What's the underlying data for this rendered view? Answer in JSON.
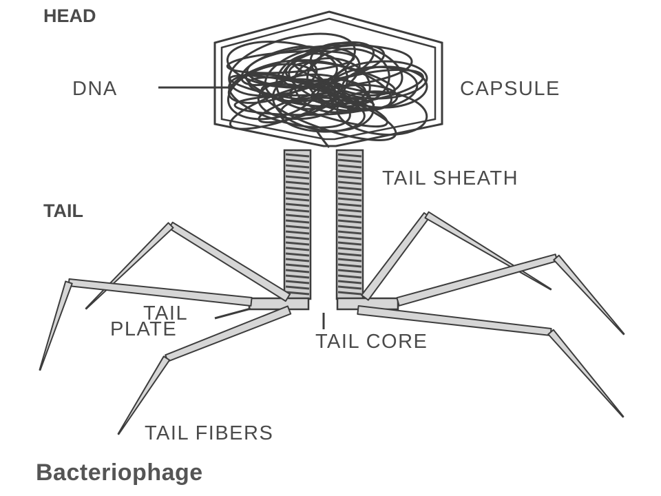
{
  "section_labels": {
    "head": "HEAD",
    "tail": "TAIL"
  },
  "part_labels": {
    "dna": "DNA",
    "capsule": "CAPSULE",
    "tail_sheath": "TAIL SHEATH",
    "tail_plate_line1": "TAIL",
    "tail_plate_line2": "PLATE",
    "tail_core": "TAIL CORE",
    "tail_fibers": "TAIL FIBERS"
  },
  "caption": "Bacteriophage",
  "colors": {
    "ink": "#3c3c3c",
    "fill": "#d6d6d6",
    "label": "#4a4a4a"
  }
}
